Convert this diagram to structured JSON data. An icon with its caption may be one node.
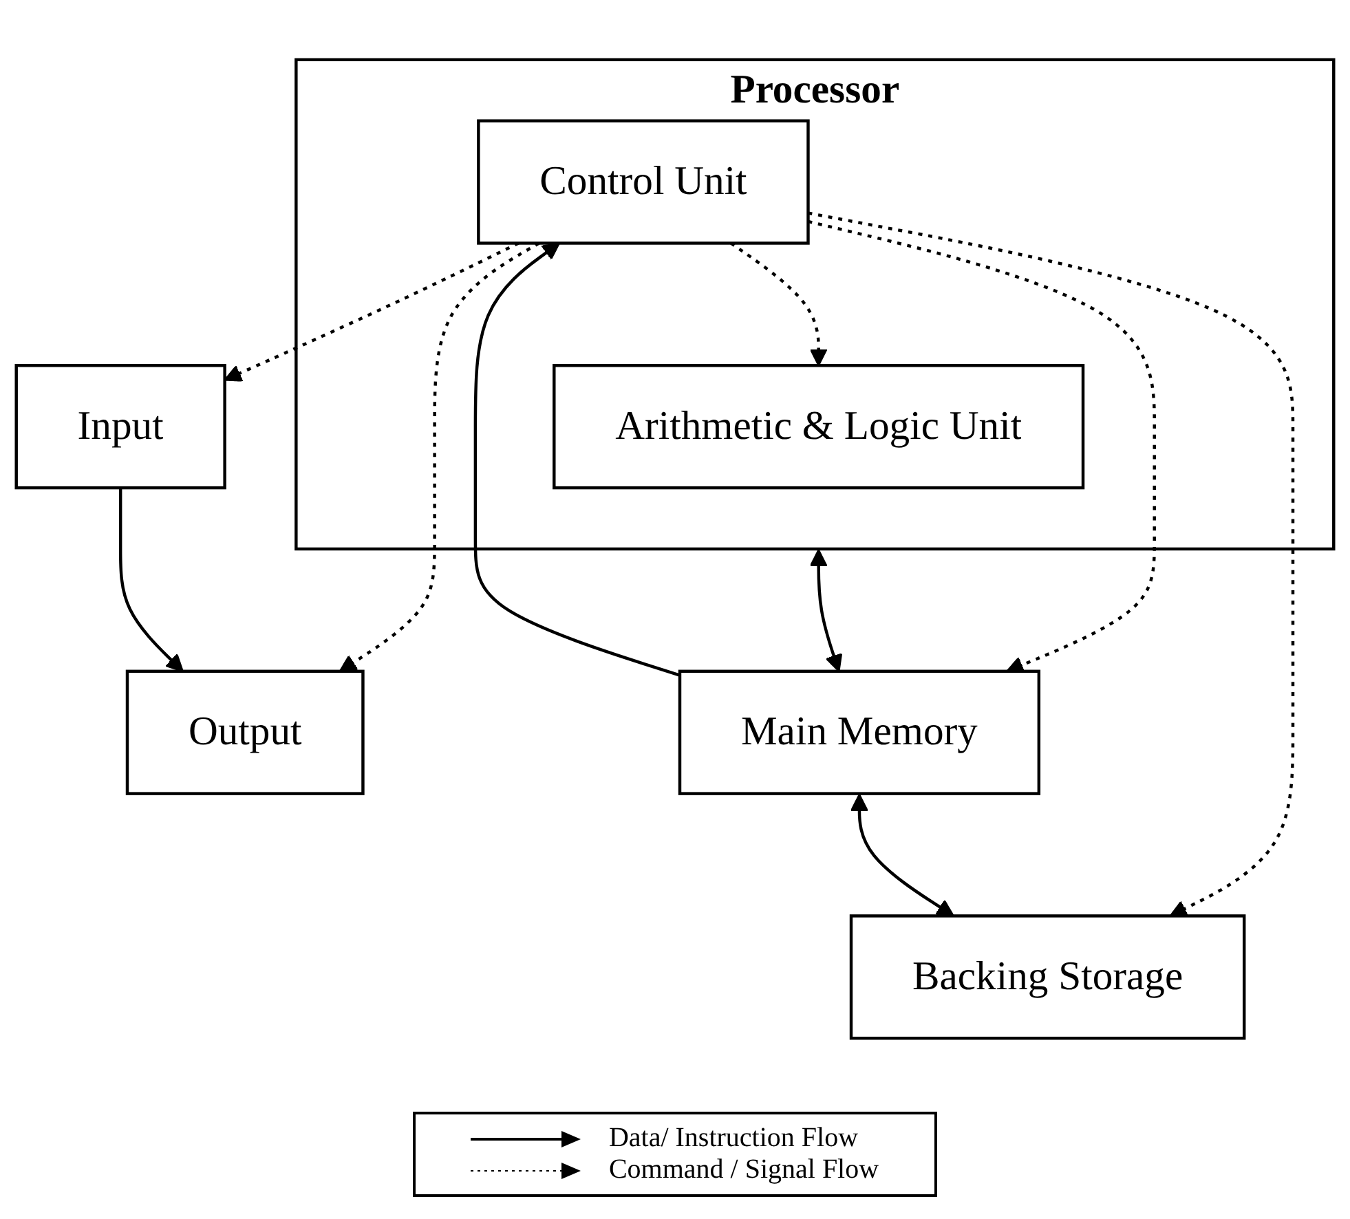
{
  "diagram": {
    "nodes": [
      {
        "text": [
          "Processor"
        ]
      },
      {
        "text": [
          "Control Unit"
        ],
        "in": 0
      },
      {
        "text": [
          "Arithmetic & Logic Unit"
        ],
        "in": 0
      },
      {
        "text": [
          "Input"
        ]
      },
      {
        "text": [
          "Output"
        ]
      },
      {
        "text": [
          "Main Memory"
        ]
      },
      {
        "text": [
          "Backing Storage"
        ]
      }
    ],
    "edges": [
      {
        "from": 1,
        "to": 2,
        "arrow": "to",
        "style": "dashed"
      },
      {
        "from": 1,
        "to": 3,
        "arrow": "to",
        "style": "dashed"
      },
      {
        "from": 1,
        "to": 4,
        "arrow": "to",
        "style": "dashed"
      },
      {
        "from": 1,
        "to": 5,
        "arrow": "to",
        "style": "dashed"
      },
      {
        "from": 1,
        "to": 6,
        "arrow": "to",
        "style": "dashed"
      },
      {
        "from": 5,
        "to": 1,
        "arrow": "to"
      },
      {
        "from": 3,
        "to": 4,
        "arrow": "to"
      },
      {
        "from": 0,
        "to": 5,
        "arrow": "both"
      },
      {
        "from": 5,
        "to": 6,
        "arrow": "both"
      }
    ],
    "legend": [
      {
        "text": "Data/ Instruction Flow"
      },
      {
        "text": "Command / Signal Flow"
      }
    ]
  }
}
